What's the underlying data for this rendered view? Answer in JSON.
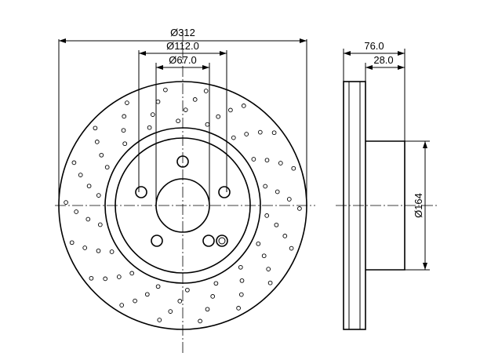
{
  "front_view": {
    "outer_diameter_label": "Ø312",
    "bolt_circle_label": "Ø112.0",
    "center_bore_label": "Ø67.0"
  },
  "side_view": {
    "total_width_label": "76.0",
    "disc_thickness_label": "28.0",
    "hat_diameter_label": "Ø164"
  }
}
